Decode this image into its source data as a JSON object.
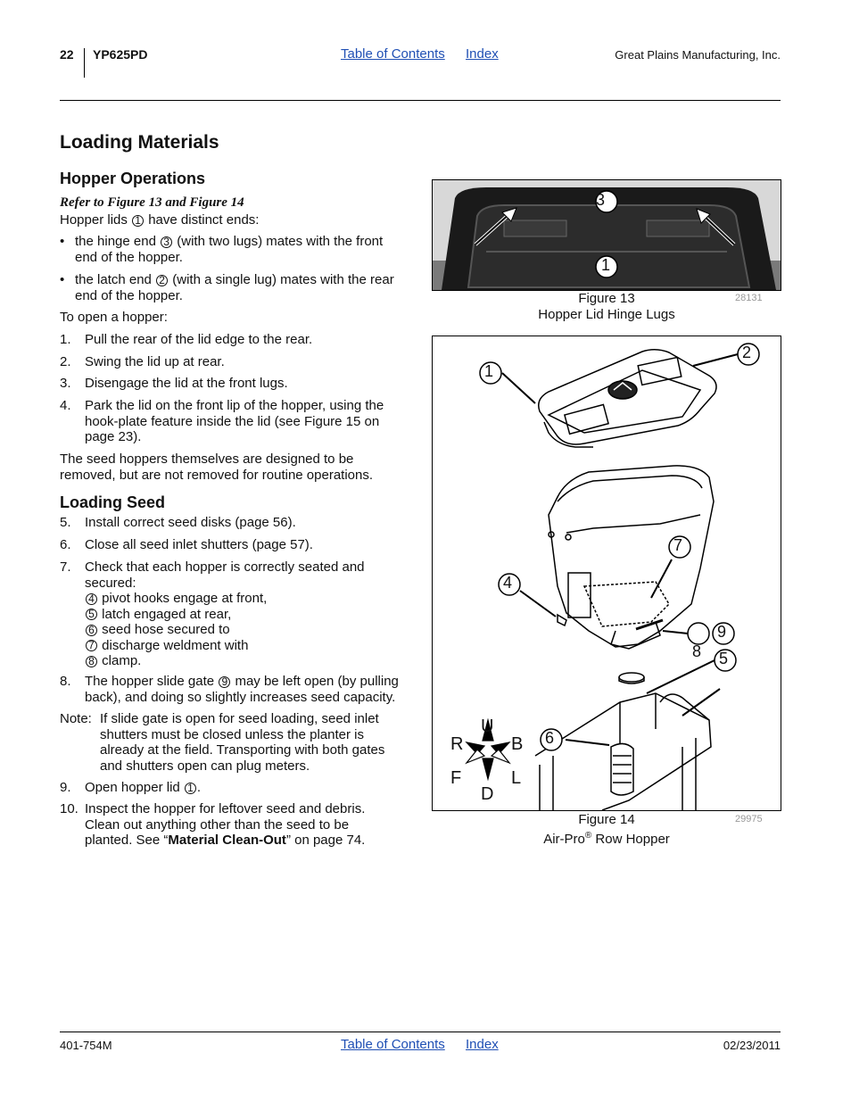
{
  "header": {
    "page_number": "22",
    "model": "YP625PD",
    "toc_link": "Table of Contents",
    "index_link": "Index",
    "company": "Great Plains Manufacturing, Inc."
  },
  "section_title": "Loading Materials",
  "hopper_ops": {
    "title": "Hopper Operations",
    "refer": "Refer to Figure 13 and Figure 14",
    "intro_a": "Hopper lids ",
    "intro_b": " have distinct ends:",
    "bullet1_a": "the hinge end ",
    "bullet1_b": " (with two lugs) mates with the front",
    "bullet1_c": "end of the hopper.",
    "bullet2_a": "the latch end ",
    "bullet2_b": " (with a single lug) mates with the rear",
    "bullet2_c": "end of the hopper.",
    "open_intro": "To open a hopper:",
    "steps": [
      {
        "num": "1.",
        "text": "Pull the rear of the lid edge to the rear."
      },
      {
        "num": "2.",
        "text": "Swing the lid up at rear."
      },
      {
        "num": "3.",
        "text": "Disengage the lid at the front lugs."
      }
    ],
    "step4_num": "4.",
    "step4_l1": "Park the lid on the front lip of the hopper, using the",
    "step4_l2": "hook-plate feature inside the lid (see Figure 15 on",
    "step4_l3": "page 23).",
    "para_l1": "The seed hoppers themselves are designed to be",
    "para_l2": "removed, but are not removed for routine operations."
  },
  "loading_seed": {
    "title": "Loading Seed",
    "step5": {
      "num": "5.",
      "text": "Install correct seed disks (page 56)."
    },
    "step6": {
      "num": "6.",
      "text": "Close all seed inlet shutters (page 57)."
    },
    "step7_num": "7.",
    "step7_l1": "Check that each hopper is correctly seated and",
    "step7_l2": "secured:",
    "sub": [
      {
        "c": "4",
        "t": "pivot hooks engage at front,"
      },
      {
        "c": "5",
        "t": "latch engaged at rear,"
      },
      {
        "c": "6",
        "t": "seed hose secured to"
      },
      {
        "c": "7",
        "t": "discharge weldment with"
      },
      {
        "c": "8",
        "t": "clamp."
      }
    ],
    "step8_num": "8.",
    "step8_a": "The hopper slide gate ",
    "step8_b": " may be left open (by pulling",
    "step8_l2": "back), and doing so slightly increases seed capacity.",
    "note_label": "Note:",
    "note_l1": "If slide gate is open for seed loading, seed inlet",
    "note_l2": "shutters must be closed unless the planter is",
    "note_l3": "already at the field. Transporting with both gates",
    "note_l4": "and shutters open can plug meters.",
    "step9_num": "9.",
    "step9_a": "Open hopper lid ",
    "step9_b": ".",
    "step10_num": "10.",
    "step10_l1": "Inspect the hopper for leftover seed and debris.",
    "step10_l2": "Clean out anything other than the seed to be",
    "step10_l3a": "planted. See “",
    "step10_l3b": "Material Clean-Out",
    "step10_l3c": "” on page 74."
  },
  "circled": {
    "c1": "1",
    "c2": "2",
    "c3": "3",
    "c9": "9"
  },
  "fig13": {
    "label": "Figure 13",
    "caption": "Hopper Lid Hinge Lugs",
    "photo_id": "28131",
    "callout_top": "3",
    "callout_bottom": "1"
  },
  "fig14": {
    "label": "Figure 14",
    "caption_a": "Air-Pro",
    "caption_sup": "®",
    "caption_b": " Row Hopper",
    "photo_id": "29975",
    "callouts": {
      "c1": "1",
      "c2": "2",
      "c4": "4",
      "c5": "5",
      "c6": "6",
      "c7": "7",
      "c8": "8",
      "c9": "9"
    },
    "compass": {
      "u": "U",
      "d": "D",
      "r": "R",
      "b": "B",
      "f": "F",
      "l": "L"
    }
  },
  "footer": {
    "doc_number": "401-754M",
    "toc_link": "Table of Contents",
    "index_link": "Index",
    "date": "02/23/2011"
  }
}
